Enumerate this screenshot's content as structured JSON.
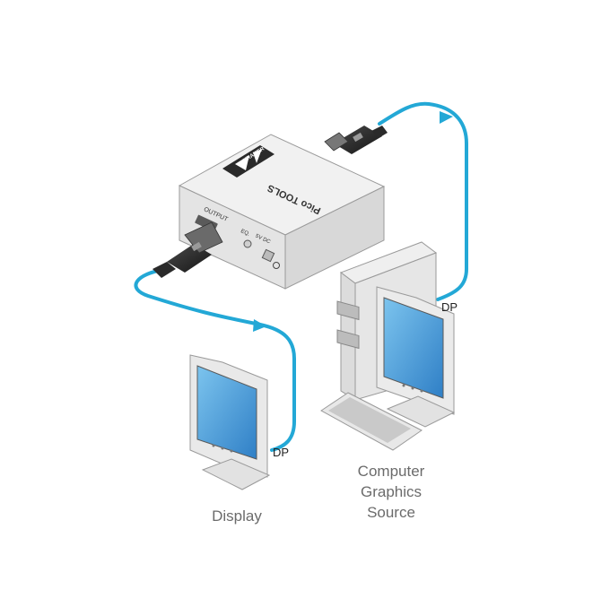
{
  "device": {
    "brand": "KRAMER",
    "model": "Pico TOOLS",
    "output_label": "OUTPUT",
    "eq_label": "EQ.",
    "power_label": "5V DC"
  },
  "cable_labels": {
    "display_side": "DP",
    "source_side": "DP"
  },
  "captions": {
    "display": "Display",
    "source_line1": "Computer",
    "source_line2": "Graphics",
    "source_line3": "Source"
  },
  "colors": {
    "cable": "#23a8d6",
    "device_body": "#eeeeee",
    "screen": "#3c8fd0",
    "connector": "#2b2b2b"
  }
}
